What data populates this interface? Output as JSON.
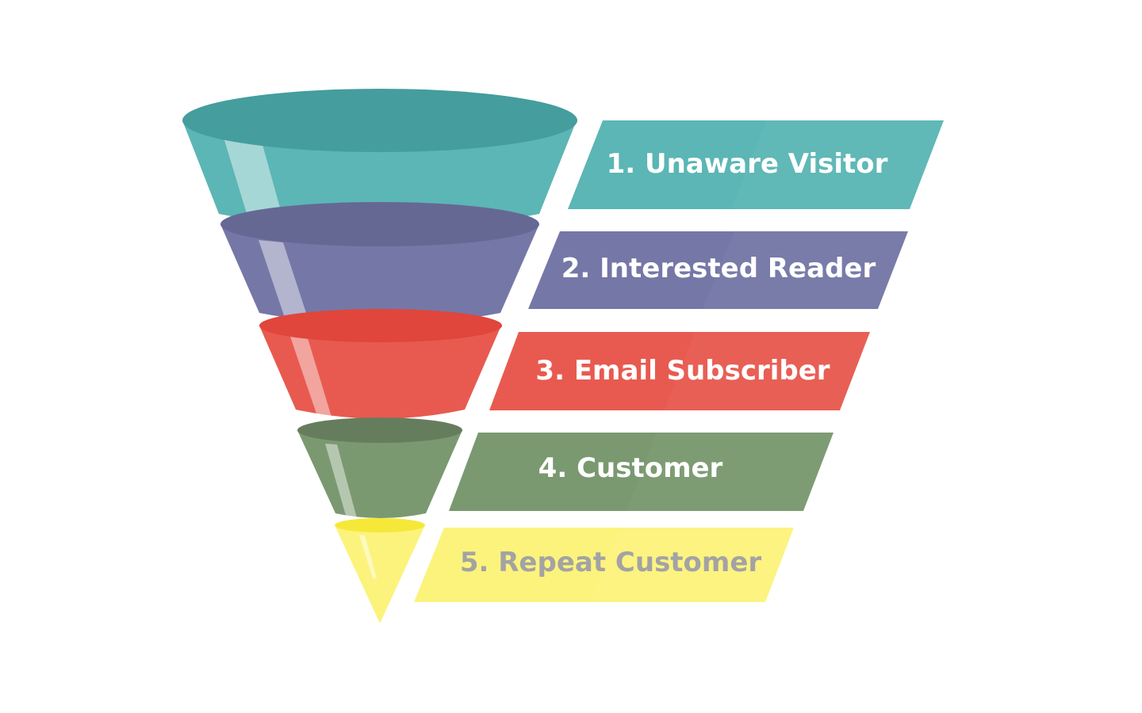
{
  "stages": [
    {
      "label": "1. Unaware Visitor",
      "body_color": "#5bb6b5",
      "rim_color": "#459d9d",
      "band_color": "#5bb6b5",
      "text_color": "#ffffff"
    },
    {
      "label": "2. Interested Reader",
      "body_color": "#7577a7",
      "rim_color": "#666894",
      "band_color": "#7577a7",
      "text_color": "#ffffff"
    },
    {
      "label": "3. Email Subscriber",
      "body_color": "#e85a50",
      "rim_color": "#e0463b",
      "band_color": "#e85a50",
      "text_color": "#ffffff"
    },
    {
      "label": "4. Customer",
      "body_color": "#7a9970",
      "rim_color": "#667d5d",
      "band_color": "#7a9970",
      "text_color": "#ffffff"
    },
    {
      "label": "5. Repeat Customer",
      "body_color": "#fcf37d",
      "rim_color": "#f6e838",
      "band_color": "#fcf37d",
      "text_color": "#a3a3a3"
    }
  ]
}
